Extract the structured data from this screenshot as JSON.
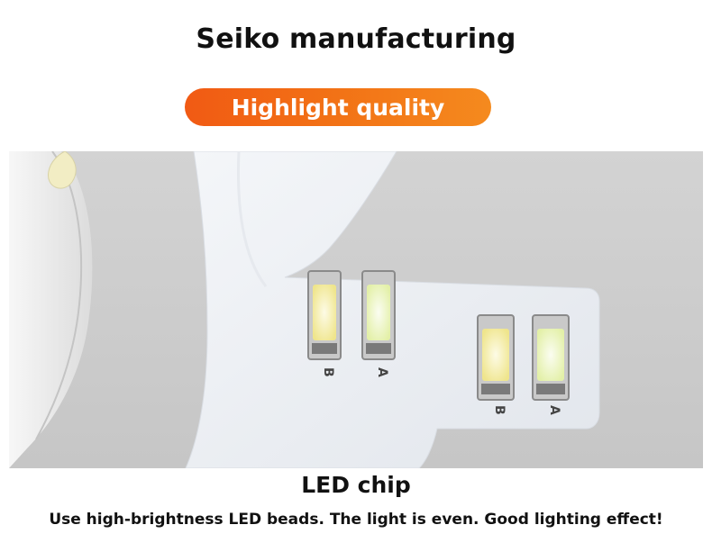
{
  "header": {
    "title": "Seiko manufacturing",
    "badge": "Highlight quality"
  },
  "image": {
    "led_labels": [
      "B",
      "A",
      "B",
      "A"
    ]
  },
  "caption": {
    "title": "LED chip",
    "description": "Use high-brightness LED beads. The light is even. Good lighting effect!"
  },
  "colors": {
    "badge_start": "#f15a14",
    "badge_end": "#f58a1e",
    "background_gray": "#cfcfcf",
    "board_white": "#eceff3",
    "led_warm": "#f3ec9a",
    "led_cool": "#eef6c8"
  }
}
